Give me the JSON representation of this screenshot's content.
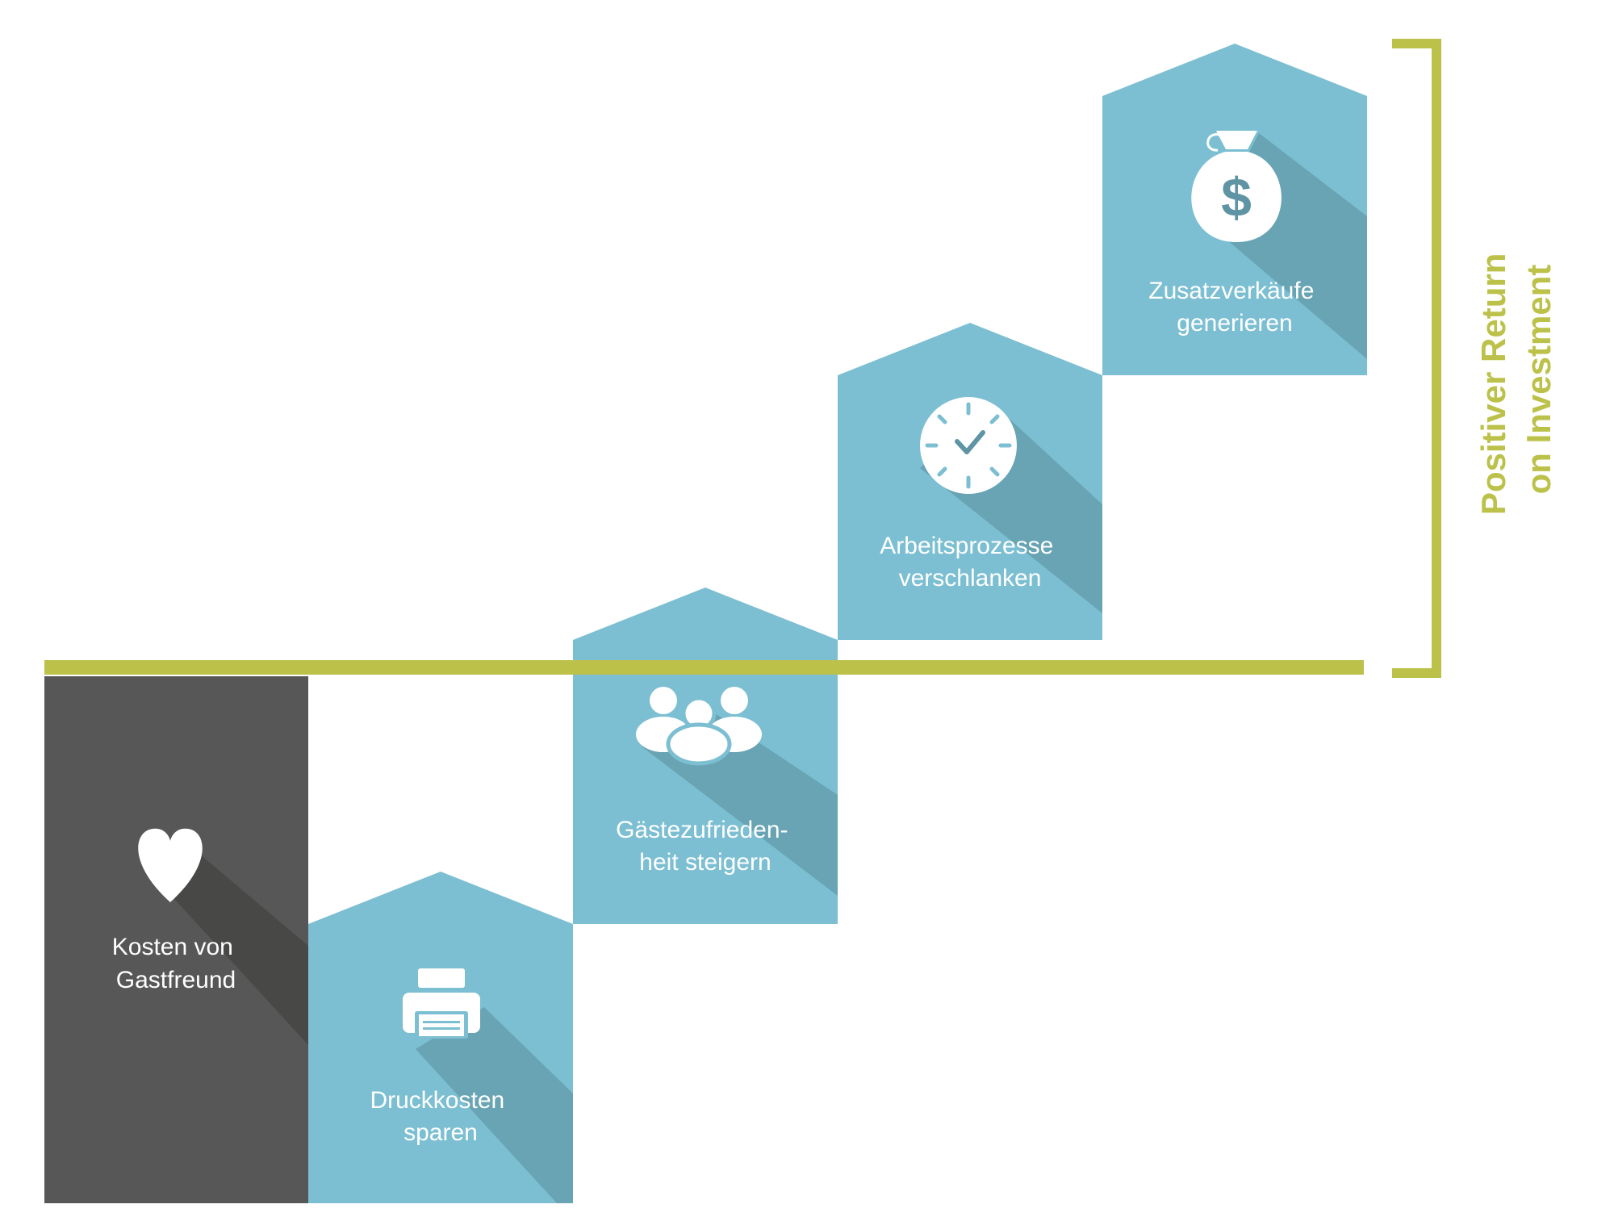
{
  "colors": {
    "teal": "#7cbfd2",
    "teal_shadow": "#68a4b3",
    "dark": "#575757",
    "dark_shadow": "#484846",
    "accent_line": "#bcc14a",
    "white": "#ffffff"
  },
  "cost_block": {
    "icon": "heart-icon",
    "line1": "Kosten von",
    "line2": "Gastfreund"
  },
  "steps": [
    {
      "icon": "printer-icon",
      "line1": "Druckkosten",
      "line2": "sparen"
    },
    {
      "icon": "group-icon",
      "line1": "Gästezufrieden-",
      "line2": "heit steigern"
    },
    {
      "icon": "clock-check-icon",
      "line1": "Arbeitsprozesse",
      "line2": "verschlanken"
    },
    {
      "icon": "money-bag-icon",
      "line1": "Zusatzverkäufe",
      "line2": "generieren"
    }
  ],
  "roi_label": {
    "line1": "Positiver Return",
    "line2": "on Investment"
  }
}
